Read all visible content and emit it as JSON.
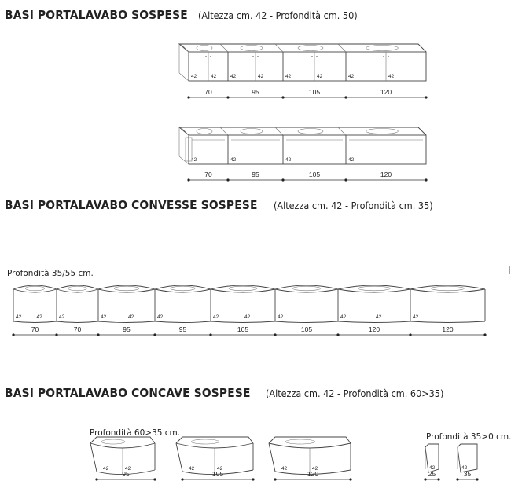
{
  "sections": [
    {
      "title": "BASI PORTALAVABO SOSPESE",
      "subtitle": "(Altezza cm. 42 - Profondità cm. 50)"
    },
    {
      "title": "BASI PORTALAVABO CONVESSE SOSPESE",
      "subtitle": "(Altezza cm. 42 - Profondità cm. 35)"
    },
    {
      "title": "BASI PORTALAVABO CONCAVE SOSPESE",
      "subtitle": "(Altezza cm. 42 - Profondità cm. 60>35)"
    }
  ],
  "notes": {
    "convex_depth": "Profondità 35/55 cm.",
    "concave_depth": "Profondità 60>35 cm.",
    "corner_depth": "Profondità 35>0 cm."
  },
  "height_label": "42",
  "flat_row_1_widths": [
    "70",
    "95",
    "105",
    "120"
  ],
  "flat_row_2_widths": [
    "70",
    "95",
    "105",
    "120"
  ],
  "convex_widths": [
    "70",
    "70",
    "95",
    "95",
    "105",
    "105",
    "120",
    "120"
  ],
  "concave_widths": [
    "95",
    "105",
    "120"
  ],
  "corner_widths": [
    "25",
    "35"
  ]
}
